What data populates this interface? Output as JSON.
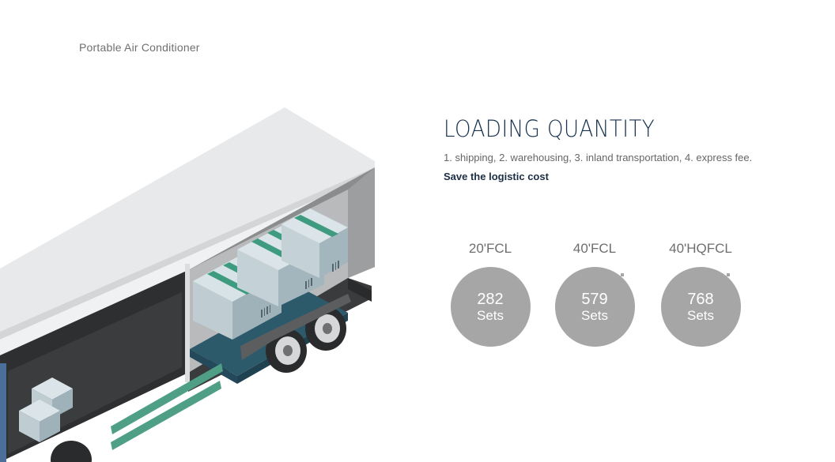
{
  "header": {
    "product": "Portable Air Conditioner"
  },
  "content": {
    "title": "LOADING QUANTITY",
    "subtitle": "1. shipping, 2. warehousing, 3. inland transportation, 4. express fee.",
    "tagline": "Save the logistic cost"
  },
  "stats": [
    {
      "label": "20'FCL",
      "value": "282",
      "unit": "Sets"
    },
    {
      "label": "40'FCL",
      "value": "579",
      "unit": "Sets"
    },
    {
      "label": "40'HQFCL",
      "value": "768",
      "unit": "Sets"
    }
  ],
  "colors": {
    "title": "#16324f",
    "circle": "#a6a6a6",
    "accent_strap": "#3e9b7f",
    "box": "#c7d6dc"
  },
  "illustration": {
    "subject": "truck-trailer-with-palletized-boxes"
  }
}
